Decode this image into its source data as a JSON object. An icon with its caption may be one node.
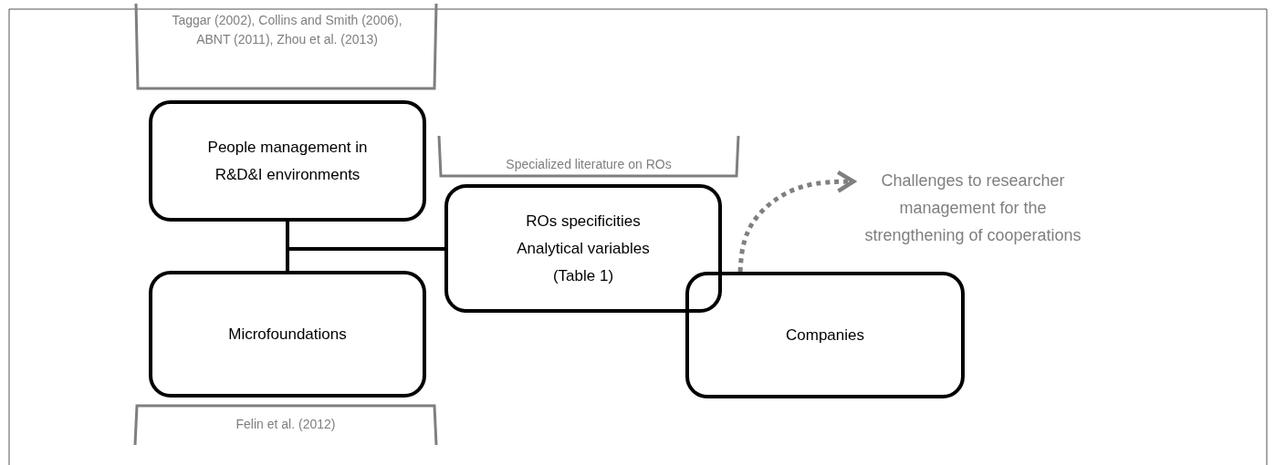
{
  "diagram": {
    "nodes": [
      {
        "text": [
          "People management in R&D&I environments"
        ]
      },
      {
        "text": [
          "Microfoundations"
        ]
      },
      {
        "text": [
          "ROs specificities",
          "Analytical variables (Table 1)"
        ]
      },
      {
        "text": [
          "Challenges to researcher management for the strengthening of cooperations"
        ]
      },
      {
        "text": [
          "Companies"
        ]
      }
    ],
    "edges": [
      {
        "from": 0,
        "to": 1,
        "arrow": "none"
      },
      {
        "from": 0,
        "to": 2,
        "arrow": "none"
      },
      {
        "from": 1,
        "to": 2,
        "arrow": "none"
      },
      {
        "from": 4,
        "to": 3,
        "arrow": "to",
        "style": "dashed",
        "color": "#7f7f7f"
      }
    ],
    "labels": [
      "Taggar (2002), Collins and Smith (2006), ABNT (2011), Zhou et al. (2013)",
      "Specialized literature on ROs",
      "Felin et al. (2012)"
    ]
  }
}
